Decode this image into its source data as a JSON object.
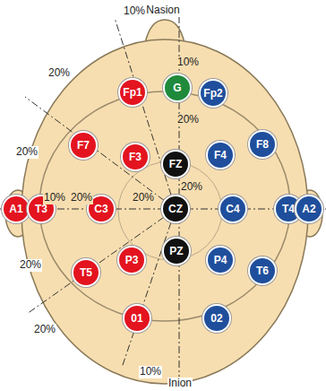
{
  "diagram": {
    "nodes": [
      {
        "text": [
          "Fp1"
        ]
      },
      {
        "text": [
          "G"
        ]
      },
      {
        "text": [
          "Fp2"
        ]
      },
      {
        "text": [
          "F7"
        ]
      },
      {
        "text": [
          "F3"
        ]
      },
      {
        "text": [
          "FZ"
        ]
      },
      {
        "text": [
          "F4"
        ]
      },
      {
        "text": [
          "F8"
        ]
      },
      {
        "text": [
          "A1"
        ]
      },
      {
        "text": [
          "T3"
        ]
      },
      {
        "text": [
          "C3"
        ]
      },
      {
        "text": [
          "CZ"
        ]
      },
      {
        "text": [
          "C4"
        ]
      },
      {
        "text": [
          "T4"
        ]
      },
      {
        "text": [
          "A2"
        ]
      },
      {
        "text": [
          "T5"
        ]
      },
      {
        "text": [
          "P3"
        ]
      },
      {
        "text": [
          "PZ"
        ]
      },
      {
        "text": [
          "P4"
        ]
      },
      {
        "text": [
          "T6"
        ]
      },
      {
        "text": [
          "01"
        ]
      },
      {
        "text": [
          "02"
        ]
      }
    ],
    "labels": [
      "Nasion",
      "10%",
      "10%",
      "20%",
      "20%",
      "20%",
      "20%",
      "10%",
      "20%",
      "20%",
      "20%",
      "20%",
      "10%",
      "Inion"
    ]
  }
}
